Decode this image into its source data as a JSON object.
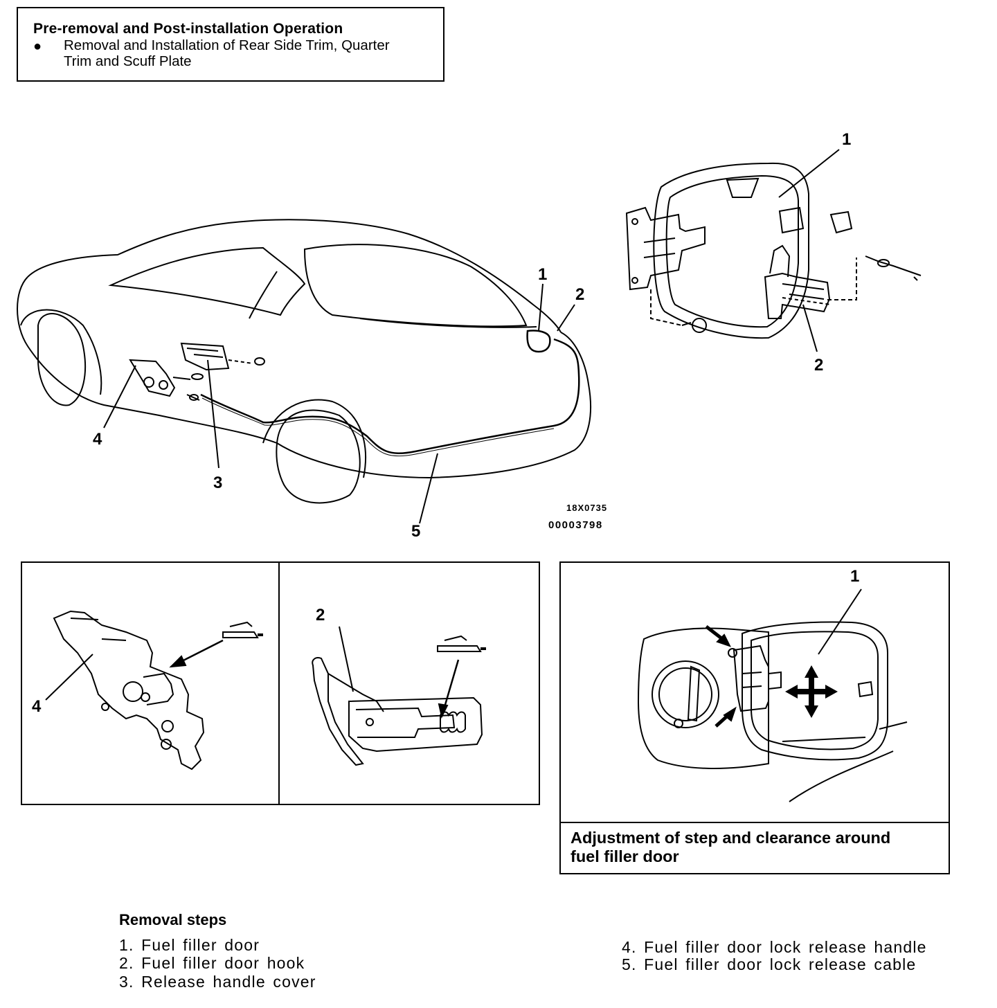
{
  "pre_operation": {
    "title": "Pre-removal and Post-installation Operation",
    "bullet": "●",
    "item_line1": "Removal and Installation of Rear Side Trim, Quarter",
    "item_line2": "Trim and Scuff Plate"
  },
  "main_figure": {
    "callouts": {
      "door_1": "1",
      "hook_2": "2",
      "detail_door_1": "1",
      "detail_hook_2": "2",
      "cover_3": "3",
      "handle_4": "4",
      "cable_5": "5"
    },
    "figure_code": "18X0735",
    "figure_number": "00003798"
  },
  "grease_panel": {
    "handle_callout": "4",
    "hook_callout": "2"
  },
  "adjustment_panel": {
    "callout": "1",
    "caption_line1": "Adjustment of step and clearance around",
    "caption_line2": "fuel filler door"
  },
  "removal_steps": {
    "title": "Removal steps",
    "items": [
      "1. Fuel filler door",
      "2. Fuel filler door hook",
      "3. Release handle cover",
      "4. Fuel filler door lock release handle",
      "5. Fuel filler door lock release cable"
    ]
  }
}
